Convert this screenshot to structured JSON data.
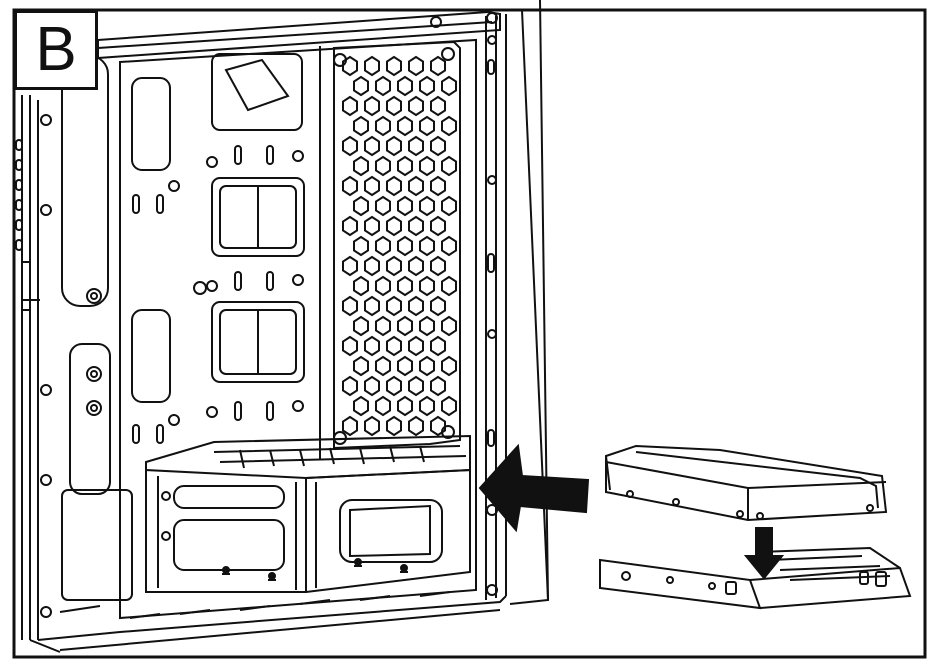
{
  "diagram": {
    "step_label": "B",
    "colors": {
      "line": "#111111",
      "background": "#ffffff",
      "arrow": "#111111"
    },
    "parts": [
      "computer-case",
      "drive-cage",
      "hard-drive",
      "drive-tray"
    ]
  }
}
